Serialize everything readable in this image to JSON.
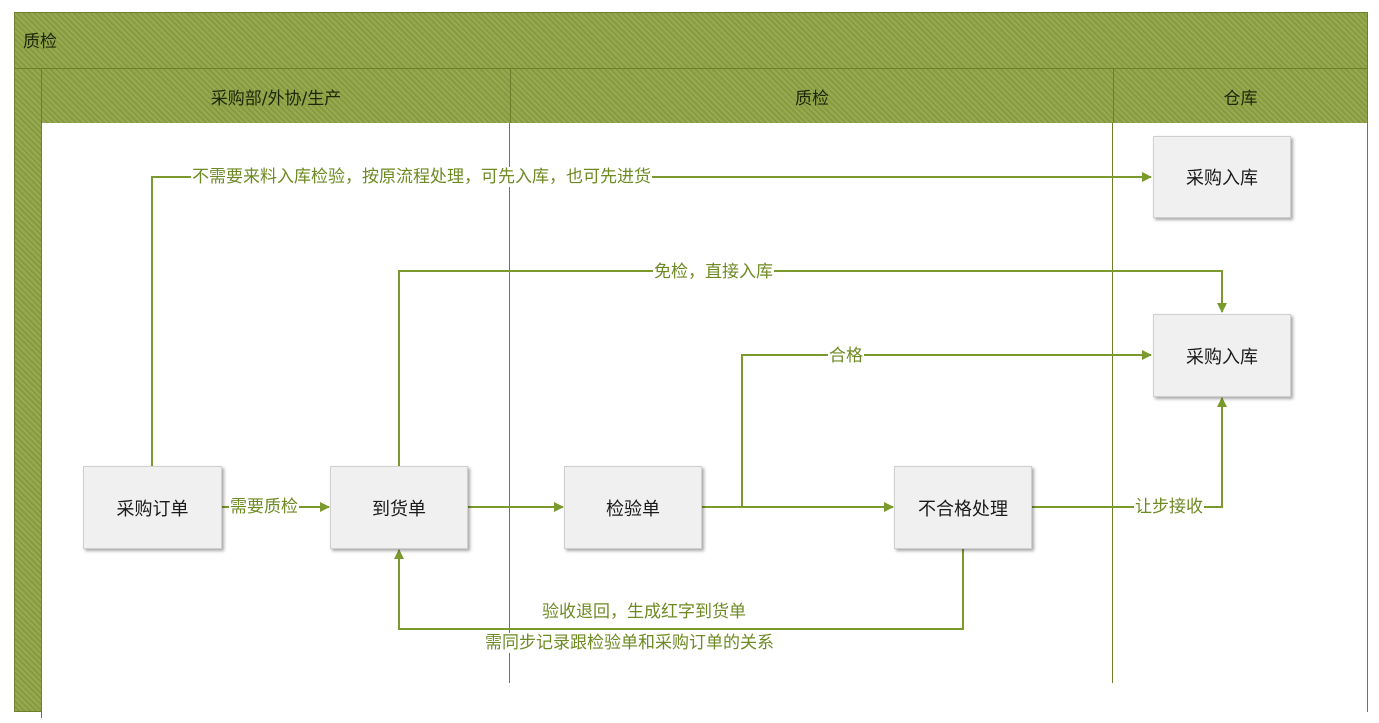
{
  "pool": {
    "title": "质检"
  },
  "lanes": [
    {
      "label": "采购部/外协/生产"
    },
    {
      "label": "质检"
    },
    {
      "label": "仓库"
    }
  ],
  "nodes": {
    "purchase_order": "采购订单",
    "arrival_note": "到货单",
    "inspection_sheet": "检验单",
    "nonconforming": "不合格处理",
    "stock_in_1": "采购入库",
    "stock_in_2": "采购入库"
  },
  "edge_labels": {
    "no_inspection": "不需要来料入库检验，按原流程处理，可先入库，也可先进货",
    "exempt": "免检，直接入库",
    "qualified": "合格",
    "need_qc": "需要质检",
    "concession": "让步接收",
    "return_line1": "验收退回，生成红字到货单",
    "return_line2": "需同步记录跟检验单和采购订单的关系"
  },
  "colors": {
    "accent": "#7a9a2e",
    "header": "#8ea242",
    "border": "#6e7f2c"
  }
}
